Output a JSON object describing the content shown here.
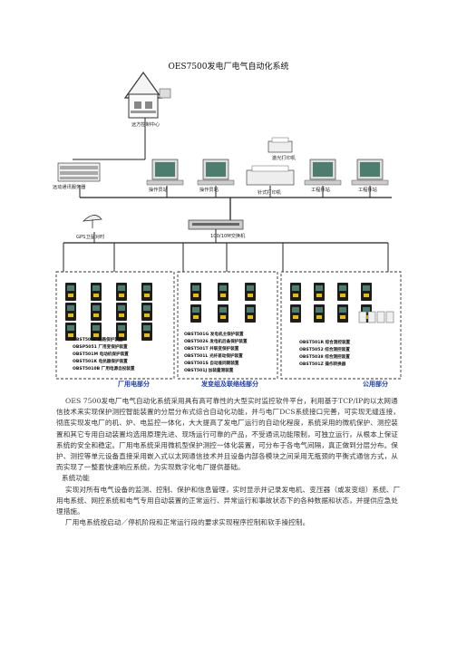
{
  "title": "OES7500发电厂电气自动化系统",
  "diagram": {
    "top_labels": {
      "control_center": "远方控制中心",
      "remote_server": "远动通讯服务器",
      "op_station_1": "操作员站",
      "op_station_2": "操作员站",
      "printer_1": "激光打印机",
      "printer_2": "针式打印机",
      "eng_station_1": "工程师站",
      "eng_station_2": "工程师站",
      "gps": "GPS卫星对时",
      "switch": "100/10M交换机"
    },
    "panels": [
      {
        "devices": [
          "OBST501L 线路保护装置",
          "OBSP5051 厂用变保护装置",
          "OBST501M 电动机保护装置",
          "OBST501K 电抗器保护装置",
          "OBST5010B 厂用电源自投装置"
        ],
        "label": "厂用电部分"
      },
      {
        "devices": [
          "OBST501G 发电机主保护装置",
          "OBST5026 发电机后备保护装置",
          "OBST501T 并联变保护装置",
          "OBST501L 光纤差动保护装置",
          "OBST501S 自动准同期装置",
          "OBST501J 加装量测装置"
        ],
        "label": "发变组及联络线部分"
      },
      {
        "devices": [
          "OBST501R 综合测控装置",
          "OBST5052 综合测控装置",
          "OBST5038 综合测控装置",
          "OBST501Z 操作转换器"
        ],
        "label": "公用部分"
      }
    ],
    "colors": {
      "panel_label": "#1a3fb0",
      "dashed_border": "#333333",
      "network_line": "#222222",
      "screen_green": "#4d7d6e"
    }
  },
  "body": {
    "p1": "OES 7500发电厂电气自动化系统采用具有高可靠性的大型实时监控软件平台，利用基于TCP/IP的以太网通信技术来实现保护测控智能装置的分层分布式综合自动化功能，并与电厂DCS系统接口完善，可实现无缝连接，彻底实现发电厂的机、炉、电监控一体化，大大提高了发电厂运行的自动化程度，系统采用的微机保护、测控装置和其它专用自动装置均选用原理先进、现场运行可靠的产品，不受通讯功能限制，可独立运行，从根本上保证系统的安全和稳定。厂用电系统采用微机型保护测控一体化装置，可分布于各电气间隔，真正做到分层分布。保护、测控等单元设备直接采用嵌入式以太网通信技术并且设备内部各模块之间采用无瓶颈的平衡式通信方式，从而实现了一整套快速响应系统，为实现数字化电厂提供基础。",
    "section": "系统功能",
    "p2": "实现对所有电气设备的监测、控制、保护和信息管理，实时显示并记录发电机、变压器（或发变组）系统、厂用电系统、网控系统和电气专用自动装置的正常运行、异常运行和事故状态下的各种数据和状态，并提供应急处理措施。",
    "p3": "厂用电系统按启动／停机阶段和正常运行段的要求实现程序控制和软手操控制。"
  }
}
